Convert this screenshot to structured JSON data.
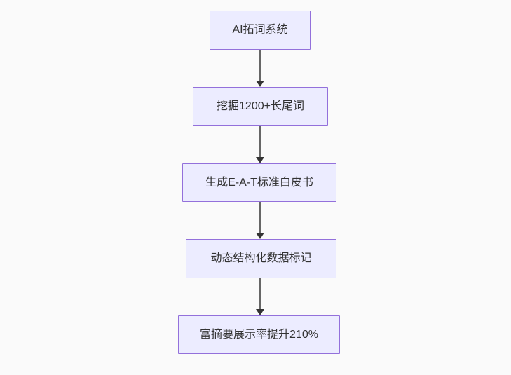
{
  "diagram": {
    "type": "flowchart",
    "direction": "top-down",
    "nodes": [
      {
        "id": "n1",
        "label": "AI拓词系统"
      },
      {
        "id": "n2",
        "label": "挖掘1200+长尾词"
      },
      {
        "id": "n3",
        "label": "生成E-A-T标准白皮书"
      },
      {
        "id": "n4",
        "label": "动态结构化数据标记"
      },
      {
        "id": "n5",
        "label": "富摘要展示率提升210%"
      }
    ],
    "edges": [
      {
        "from": "n1",
        "to": "n2",
        "arrow": "down"
      },
      {
        "from": "n2",
        "to": "n3",
        "arrow": "down"
      },
      {
        "from": "n3",
        "to": "n4",
        "arrow": "down"
      },
      {
        "from": "n4",
        "to": "n5",
        "arrow": "down"
      }
    ],
    "colors": {
      "node_fill": "#ECECFF",
      "node_border": "#9370DB",
      "edge_line": "#666666",
      "arrowhead": "#333333",
      "text": "#333333",
      "background": "#fafafa"
    }
  }
}
